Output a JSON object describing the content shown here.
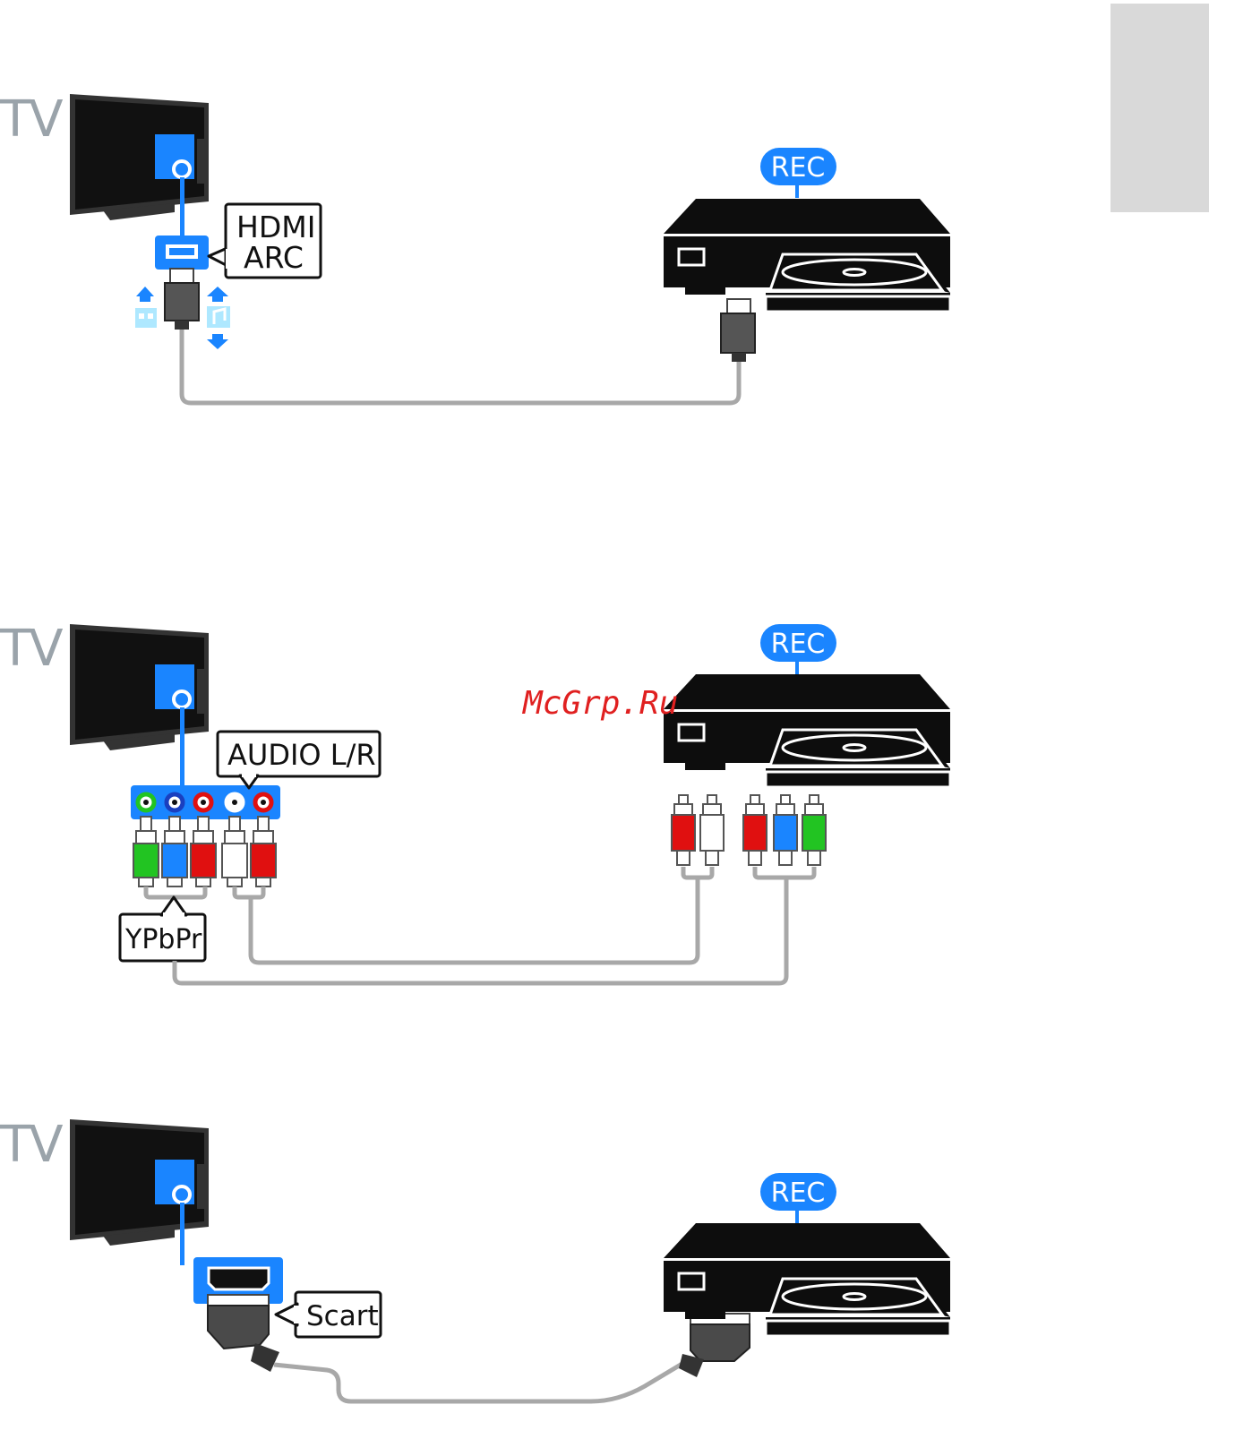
{
  "tv_label": "TV",
  "rec_label": "REC",
  "watermark": "McGrp.Ru",
  "colors": {
    "accent_blue": "#1a85ff",
    "cable_gray": "#a8a8a8",
    "device_black": "#0d0d0d",
    "tv_text_gray": "#9aa3aa",
    "green": "#22c422",
    "red": "#e01010",
    "white": "#ffffff",
    "side_tab": "#d9d9d9"
  },
  "diagrams": [
    {
      "id": "hdmi",
      "tv_label": "TV",
      "rec_label": "REC",
      "connector_labels": [
        "HDMI",
        "ARC"
      ],
      "icons": [
        "video-icon",
        "music-icon",
        "arrow-up-icon",
        "arrow-down-icon"
      ]
    },
    {
      "id": "component",
      "tv_label": "TV",
      "rec_label": "REC",
      "connector_labels": [
        "AUDIO L/R",
        "YPbPr"
      ]
    },
    {
      "id": "scart",
      "tv_label": "TV",
      "rec_label": "REC",
      "connector_labels": [
        "Scart"
      ]
    }
  ]
}
